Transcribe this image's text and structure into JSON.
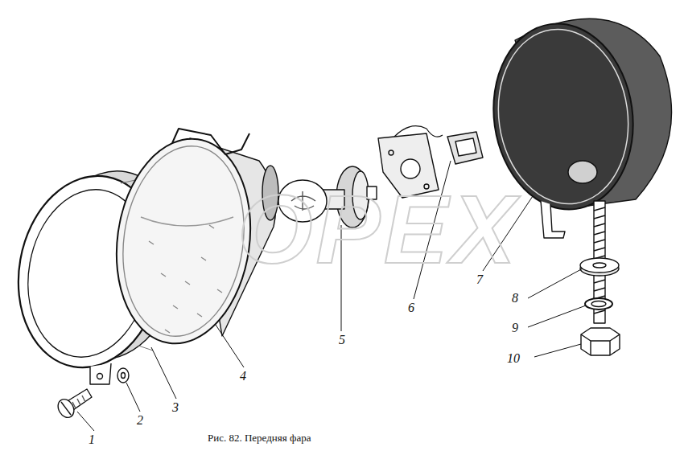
{
  "diagram": {
    "caption": "Рис. 82. Передняя фара",
    "labels": [
      "1",
      "2",
      "3",
      "4",
      "5",
      "6",
      "7",
      "8",
      "9",
      "10",
      "OPEX"
    ]
  }
}
